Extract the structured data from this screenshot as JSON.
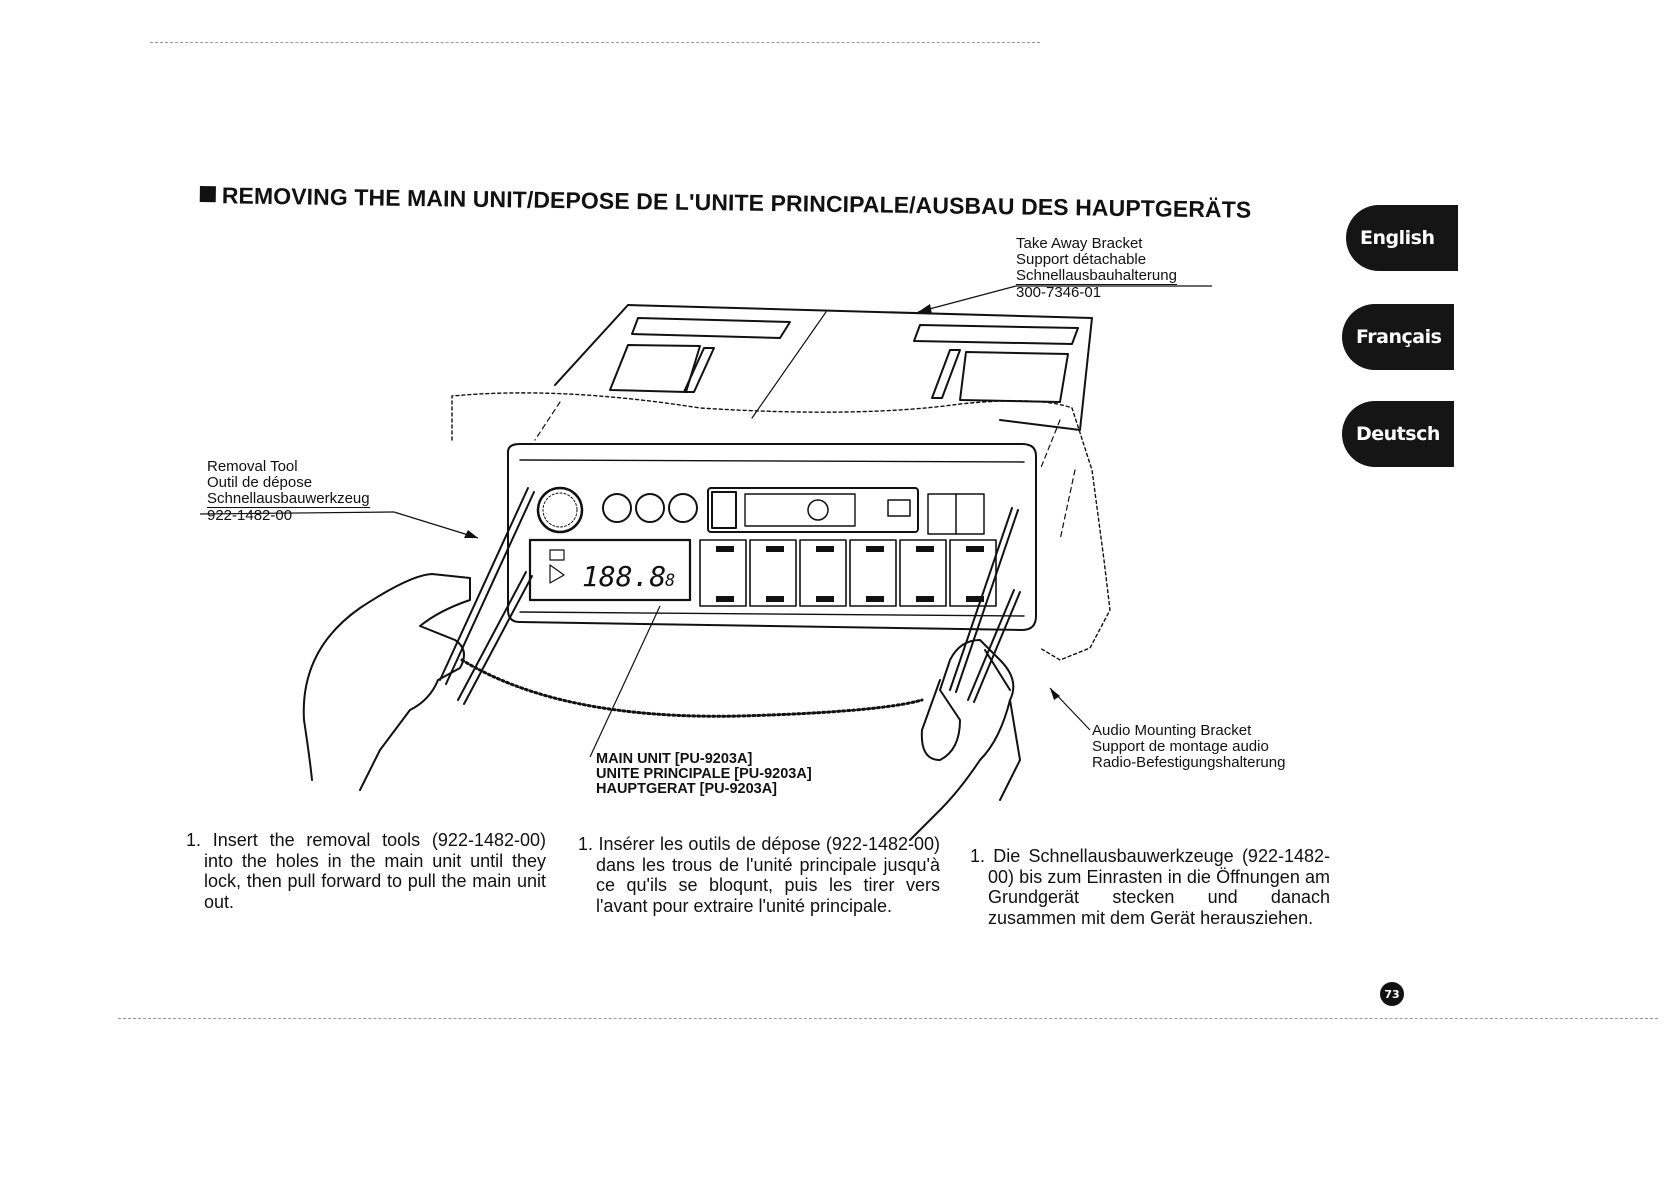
{
  "heading": {
    "title": "REMOVING THE MAIN UNIT/DEPOSE DE L'UNITE PRINCIPALE/AUSBAU DES HAUPTGERÄTS"
  },
  "language_tabs": {
    "english": "English",
    "francais": "Français",
    "deutsch": "Deutsch"
  },
  "callouts": {
    "take_away_bracket": {
      "en": "Take Away Bracket",
      "fr": "Support détachable",
      "de": "Schnellausbauhalterung",
      "part_number": "300-7346-01"
    },
    "removal_tool": {
      "en": "Removal Tool",
      "fr": "Outil de dépose",
      "de": "Schnellausbauwerkzeug",
      "part_number": "922-1482-00"
    },
    "main_unit": {
      "en": "MAIN UNIT [PU-9203A]",
      "fr": "UNITE PRINCIPALE [PU-9203A]",
      "de": "HAUPTGERAT [PU-9203A]"
    },
    "audio_mounting_bracket": {
      "en": "Audio Mounting Bracket",
      "fr": "Support de montage audio",
      "de": "Radio-Befestigungshalterung"
    }
  },
  "display": {
    "frequency": "188.8",
    "channel": "8"
  },
  "instructions": {
    "en": "1. Insert the removal tools (922-1482-00) into the holes in the main unit until they lock, then pull forward to pull the main unit out.",
    "fr": "1. Insérer les outils de dépose (922-1482-00) dans les trous de l'unité principale jusqu'à ce qu'ils se bloqunt, puis les tirer vers l'avant pour extraire l'unité principale.",
    "de": "1. Die Schnellausbauwerkzeuge (922-1482-00) bis zum Einrasten in die Öffnungen am Grundgerät stecken und danach zusammen mit dem Gerät herausziehen."
  },
  "page_number": "73"
}
